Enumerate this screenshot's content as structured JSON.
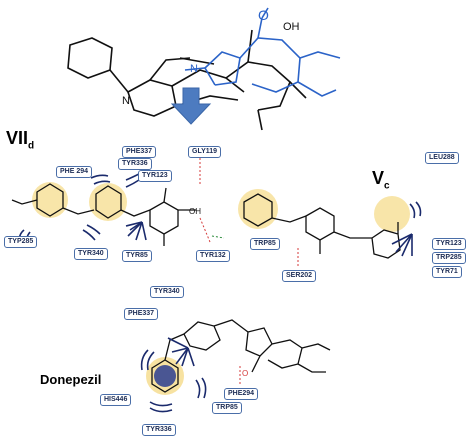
{
  "titles": {
    "top": "VII",
    "top_sub": "d",
    "mid": "V",
    "mid_sub": "c",
    "bottom": "Donepezil"
  },
  "overlay_labels": {
    "oh": "OH",
    "o": "O",
    "n": "N"
  },
  "residues": {
    "vii": [
      "PHE337",
      "TYR336",
      "TYR123",
      "GLY119",
      "PHE 294",
      "TYP285",
      "TYR340",
      "TYR85",
      "TYR132"
    ],
    "vc": [
      "LEU288",
      "TRP85",
      "SER202",
      "TYR123",
      "TRP285",
      "TYR71"
    ],
    "donepezil": [
      "TYR340",
      "PHE337",
      "HIS446",
      "PHE294",
      "TRP85",
      "TYR336"
    ]
  },
  "colors": {
    "overlay_blue": "#2b63c8",
    "overlay_black": "#111111",
    "arrow": "#4d7bc0",
    "highlight": "#f2cf63",
    "hydrophobic": "#1a2a6c",
    "hbond": "#d43a3a",
    "tag_border": "#4a6ea8"
  },
  "icons": [
    "down-arrow-icon"
  ]
}
